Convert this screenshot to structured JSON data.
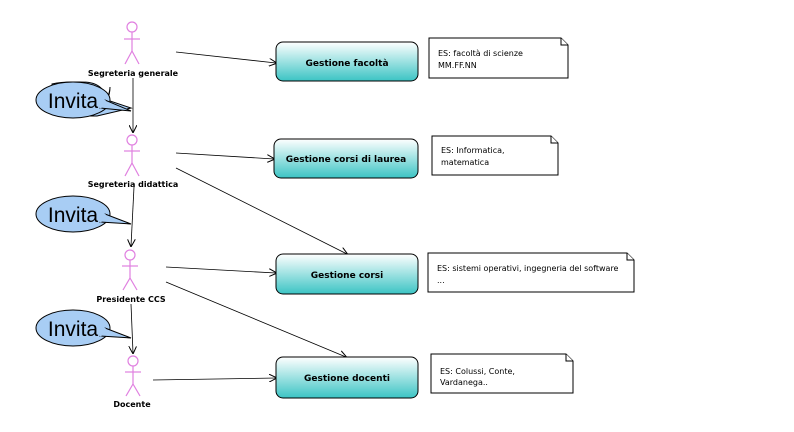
{
  "actors": {
    "segreteria_generale": "Segreteria generale",
    "segreteria_didattica": "Segreteria didattica",
    "presidente_ccs": "Presidente CCS",
    "docente": "Docente"
  },
  "use_cases": {
    "gestione_facolta": "Gestione facoltà",
    "gestione_corsi_laurea": "Gestione corsi di laurea",
    "gestione_corsi": "Gestione corsi",
    "gestione_docenti": "Gestione docenti"
  },
  "notes": {
    "facolta": [
      "ES: facoltà di scienze",
      "MM.FF.NN"
    ],
    "corsi_laurea": [
      "ES: Informatica,",
      "matematica"
    ],
    "corsi": [
      "ES: sistemi operativi, ingegneria del software",
      "..."
    ],
    "docenti": [
      "ES: Colussi, Conte,",
      "Vardanega.."
    ]
  },
  "bubbles": [
    "Invita",
    "Invita",
    "Invita"
  ],
  "colors": {
    "actor": "#e080e0",
    "use_case_top": "#ffffff",
    "use_case_bottom": "#3cc4c4",
    "bubble": "#a8cdf4"
  }
}
